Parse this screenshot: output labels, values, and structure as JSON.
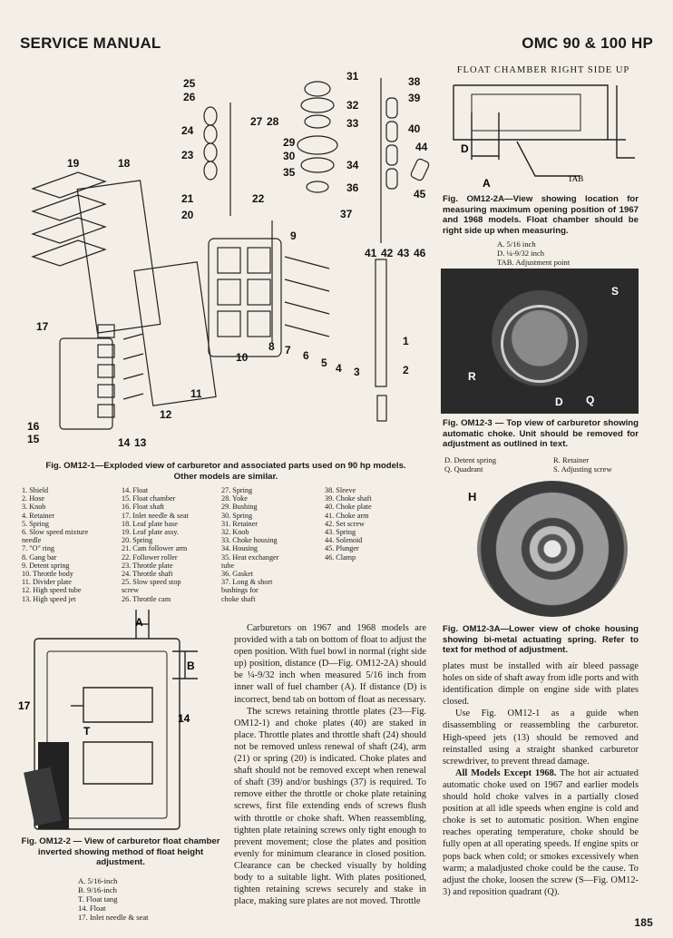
{
  "header": {
    "left": "SERVICE MANUAL",
    "right": "OMC 90 & 100 HP"
  },
  "page_number": "185",
  "fig1": {
    "caption_line1": "Fig. OM12-1—Exploded view of carburetor and associated parts used on 90 hp models.",
    "caption_line2": "Other models are similar.",
    "callouts": [
      "1",
      "2",
      "3",
      "4",
      "5",
      "6",
      "7",
      "8",
      "9",
      "10",
      "11",
      "12",
      "13",
      "14",
      "15",
      "16",
      "17",
      "18",
      "19",
      "20",
      "21",
      "22",
      "23",
      "24",
      "25",
      "26",
      "27",
      "28",
      "29",
      "30",
      "31",
      "32",
      "33",
      "34",
      "35",
      "36",
      "37",
      "38",
      "39",
      "40",
      "41",
      "42",
      "43",
      "44",
      "45",
      "46"
    ],
    "legend_col1": [
      "1. Shield",
      "2. Hose",
      "3. Knob",
      "4. Retainer",
      "5. Spring",
      "6. Slow speed mixture",
      "   needle",
      "7. \"O\" ring",
      "8. Gang bar",
      "9. Detent spring",
      "10. Throttle body",
      "11. Divider plate",
      "12. High speed tube",
      "13. High speed jet"
    ],
    "legend_col2": [
      "14. Float",
      "15. Float chamber",
      "16. Float shaft",
      "17. Inlet needle & seat",
      "18. Leaf plate base",
      "19. Leaf plate assy.",
      "20. Spring",
      "21. Cam follower arm",
      "22. Follower roller",
      "23. Throttle plate",
      "24. Throttle shaft",
      "25. Slow speed stop",
      "   screw",
      "26. Throttle cam"
    ],
    "legend_col3": [
      "27. Spring",
      "28. Yoke",
      "29. Bushing",
      "30. Spring",
      "31. Retainer",
      "32. Knob",
      "33. Choke housing",
      "34. Housing",
      "35. Heat exchanger",
      "   tube",
      "36. Gasket",
      "37. Long & short",
      "   bushings for",
      "   choke shaft"
    ],
    "legend_col4": [
      "38. Sleeve",
      "39. Choke shaft",
      "40. Choke plate",
      "41. Choke arm",
      "42. Set screw",
      "43. Spring",
      "44. Solenoid",
      "45. Plunger",
      "46. Clamp"
    ]
  },
  "fig2a": {
    "title": "FLOAT CHAMBER RIGHT SIDE UP",
    "label_d": "D",
    "label_a": "A",
    "label_tab": "TAB",
    "caption": "Fig. OM12-2A—View showing location for measuring maximum opening position of 1967 and 1968 models. Float chamber should be right side up when measuring.",
    "legend": [
      "A. 5/16 inch",
      "D. ¼-9/32 inch",
      "TAB. Adjustment point"
    ]
  },
  "fig3": {
    "label_s": "S",
    "label_r": "R",
    "label_d": "D",
    "label_q": "Q",
    "caption": "Fig. OM12-3 — Top view of carburetor showing automatic choke. Unit should be removed for adjustment as outlined in text.",
    "legend_left": [
      "D. Detent spring",
      "Q. Quadrant"
    ],
    "legend_right": [
      "R. Retainer",
      "S. Adjusting screw"
    ]
  },
  "fig3a": {
    "label_h": "H",
    "caption": "Fig. OM12-3A—Lower view of choke housing showing bi-metal actuating spring. Refer to text for method of adjustment."
  },
  "fig2": {
    "label_a": "A",
    "label_b": "B",
    "label_t": "T",
    "label_17": "17",
    "label_14": "14",
    "caption": "Fig. OM12-2 — View of carburetor float chamber inverted showing method of float height adjustment.",
    "legend": [
      "A. 5/16-inch",
      "B. 9/16-inch",
      "T. Float tang",
      "14. Float",
      "17. Inlet needle & seat"
    ]
  },
  "text_col1": [
    "Carburetors on 1967 and 1968 models are provided with a tab on bottom of float to adjust the open position. With fuel bowl in normal (right side up) position, distance (D—Fig. OM12-2A) should be ¼-9/32 inch when measured 5/16 inch from inner wall of fuel chamber (A). If distance (D) is incorrect, bend tab on bottom of float as necessary.",
    "The screws retaining throttle plates (23—Fig. OM12-1) and choke plates (40) are staked in place. Throttle plates and throttle shaft (24) should not be removed unless renewal of shaft (24), arm (21) or spring (20) is indicated. Choke plates and shaft should not be removed except when renewal of shaft (39) and/or bushings (37) is required. To remove either the throttle or choke plate retaining screws, first file extending ends of screws flush with throttle or choke shaft. When reassembling, tighten plate retaining screws only tight enough to prevent movement; close the plates and position evenly for minimum clearance in closed position. Clearance can be checked visually by holding body to a suitable light. With plates positioned, tighten retaining screws securely and stake in place, making sure plates are not moved. Throttle"
  ],
  "text_col2": {
    "p1": "plates must be installed with air bleed passage holes on side of shaft away from idle ports and with identification dimple on engine side with plates closed.",
    "p2": "Use Fig. OM12-1 as a guide when disassembling or reassembling the carburetor. High-speed jets (13) should be removed and reinstalled using a straight shanked carburetor screwdriver, to prevent thread damage.",
    "p3_lead": "All Models Except 1968.",
    "p3_rest": " The hot air actuated automatic choke used on 1967 and earlier models should hold choke valves in a partially closed position at all idle speeds when engine is cold and choke is set to automatic position. When engine reaches operating temperature, choke should be fully open at all operating speeds. If engine spits or pops back when cold; or smokes excessively when warm; a maladjusted choke could be the cause. To adjust the choke, loosen the screw (S—Fig. OM12-3) and reposition quadrant (Q)."
  }
}
